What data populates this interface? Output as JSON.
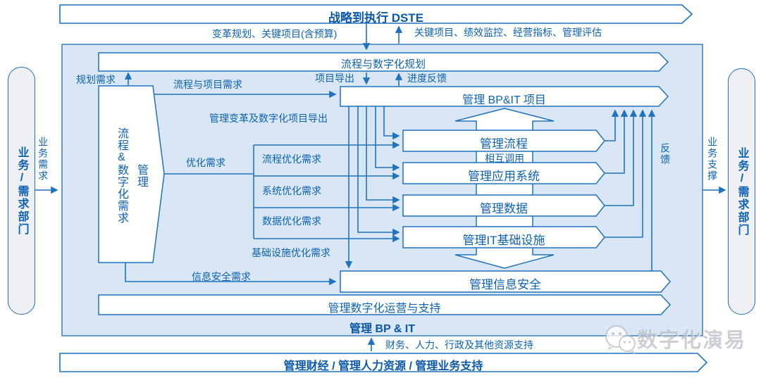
{
  "colors": {
    "line_blue": "#1e72c0",
    "text_blue": "#0d62b4",
    "title_blue": "#0a58a8",
    "panel_fill": "#d9e6f5",
    "capsule_fill": "#eef0f3",
    "shape_fill": "#ffffff",
    "watermark_grey": "#b0b5bc"
  },
  "banners": {
    "dste": "战略到执行 DSTE",
    "planning": "流程与数字化规划",
    "bpit_project": "管理 BP&IT 项目",
    "process": "管理流程",
    "application": "管理应用系统",
    "data": "管理数据",
    "infrastructure": "管理IT基础设施",
    "security": "管理信息安全",
    "operation": "管理数字化运营与支持",
    "bottom": "管理财经 / 管理人力资源 / 管理业务支持"
  },
  "labels": {
    "change_planning": "变革规划、关键项目(含预算)",
    "performance": "关键项目、绩效监控、经营指标、管理评估",
    "planning_req": "规划需求",
    "process_project_req": "流程与项目需求",
    "project_export": "项目导出",
    "progress_feedback": "进度反馈",
    "change_export": "管理变革及数字化项目导出",
    "optimize_req": "优化需求",
    "process_opt": "流程优化需求",
    "system_opt": "系统优化需求",
    "data_opt": "数据优化需求",
    "infra_opt": "基础设施优化需求",
    "security_req": "信息安全需求",
    "mutual_call": "相互调用",
    "feedback": "反馈",
    "biz_need": "业务需求",
    "biz_support": "业务支撑",
    "bpit": "管理 BP & IT",
    "resource_support": "财务、人力、行政及其他资源支持"
  },
  "side": {
    "left": "业务/需求部门",
    "right": "业务/需求部门"
  },
  "pentagon": {
    "line1": "流程&数字化需求",
    "line2": "管理"
  },
  "watermark": {
    "text": "数字化演易"
  }
}
